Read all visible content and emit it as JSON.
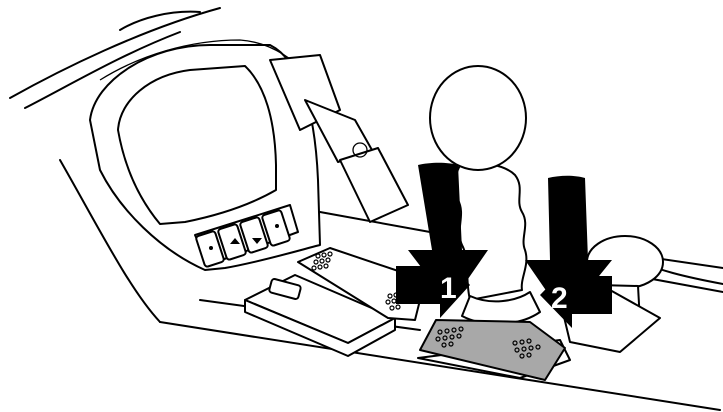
{
  "diagram": {
    "callouts": [
      {
        "id": "step-1",
        "label": "1"
      },
      {
        "id": "step-2",
        "label": "2"
      }
    ],
    "colors": {
      "stroke": "#000000",
      "background": "#ffffff",
      "highlight_pedal": "#a8a8a8",
      "arrow_fill": "#000000",
      "arrow_text": "#ffffff"
    },
    "icons": [
      "joystick-icon",
      "monitor-icon",
      "foot-pedal-icon",
      "down-arrow-icon",
      "right-arrow-icon",
      "left-arrow-icon"
    ]
  }
}
